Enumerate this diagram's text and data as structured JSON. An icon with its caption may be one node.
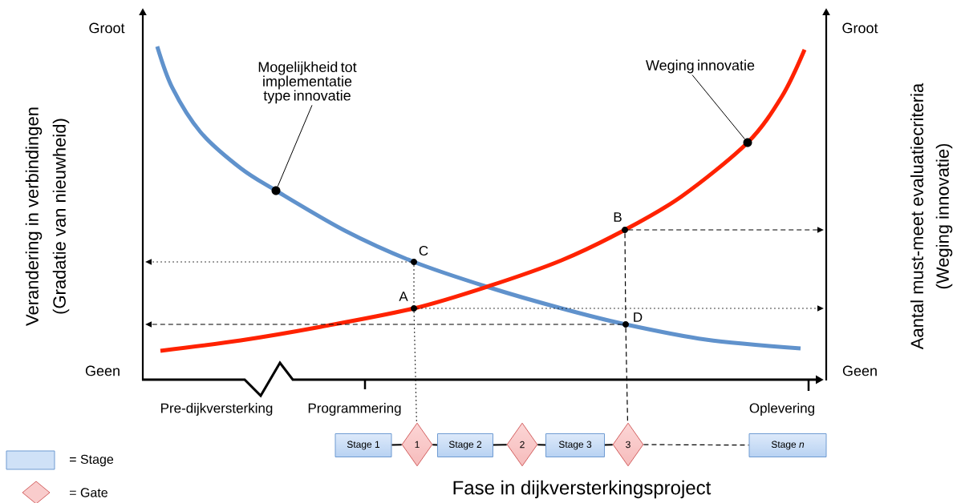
{
  "diagram": {
    "title": "Fase in dijkversterkingsproject",
    "nodes": [
      {
        "text": [
          "Mogelijkheid tot implementatie type innovatie"
        ]
      },
      {
        "text": [],
        "shape": "circle"
      },
      {
        "text": [
          "Weging innovatie"
        ]
      },
      {
        "text": [],
        "shape": "circle"
      },
      {
        "text": [],
        "shape": "circle",
        "beside": [
          "C"
        ]
      },
      {
        "text": [],
        "shape": "circle",
        "beside": [
          "A"
        ]
      },
      {
        "text": [],
        "shape": "circle",
        "beside": [
          "B"
        ]
      },
      {
        "text": [],
        "shape": "circle",
        "beside": [
          "D"
        ]
      },
      {
        "text": [
          "Stage 1"
        ]
      },
      {
        "text": [
          "1"
        ]
      },
      {
        "text": [
          "Stage 2"
        ]
      },
      {
        "text": [
          "2"
        ]
      },
      {
        "text": [
          "Stage 3"
        ]
      },
      {
        "text": [
          "3"
        ]
      },
      {
        "text": [
          "Stage *n*"
        ]
      }
    ],
    "edges": [
      {
        "from": 0,
        "to": 1,
        "arrow": "none"
      },
      {
        "from": 2,
        "to": 3,
        "arrow": "none"
      },
      {
        "from": 4,
        "to": null,
        "arrow": "to",
        "style": "dashed"
      },
      {
        "from": 4,
        "to": 5,
        "arrow": "none",
        "style": "dashed"
      },
      {
        "from": 5,
        "to": 9,
        "arrow": "none",
        "style": "dashed"
      },
      {
        "from": 5,
        "to": null,
        "arrow": "to",
        "style": "dashed"
      },
      {
        "from": 6,
        "to": null,
        "arrow": "to",
        "style": "dashed"
      },
      {
        "from": 6,
        "to": 7,
        "arrow": "none",
        "style": "dashed"
      },
      {
        "from": 7,
        "to": 13,
        "arrow": "none",
        "style": "dashed"
      },
      {
        "from": 7,
        "to": null,
        "arrow": "to",
        "style": "dashed"
      },
      {
        "from": 8,
        "to": 9,
        "arrow": "none"
      },
      {
        "from": 9,
        "to": 10,
        "arrow": "none"
      },
      {
        "from": 10,
        "to": 11,
        "arrow": "none"
      },
      {
        "from": 11,
        "to": 12,
        "arrow": "none"
      },
      {
        "from": 12,
        "to": 13,
        "arrow": "none"
      },
      {
        "from": 13,
        "to": 14,
        "arrow": "none",
        "style": "dashed"
      }
    ],
    "labels": [
      "Groot",
      "Groot",
      "Verandering in verbindingen",
      "(Gradatie van nieuwheid)",
      "Aantal must-meet evaluatiecriteria",
      "(Weging innovatie)",
      "Geen",
      "Geen",
      "Pre-dijkversterking",
      "Programmering",
      "Oplevering"
    ],
    "legend": [
      {
        "text": "= Stage",
        "color": "#cfe1f7"
      },
      {
        "text": "= Gate",
        "color": "#f9cccc"
      }
    ]
  }
}
